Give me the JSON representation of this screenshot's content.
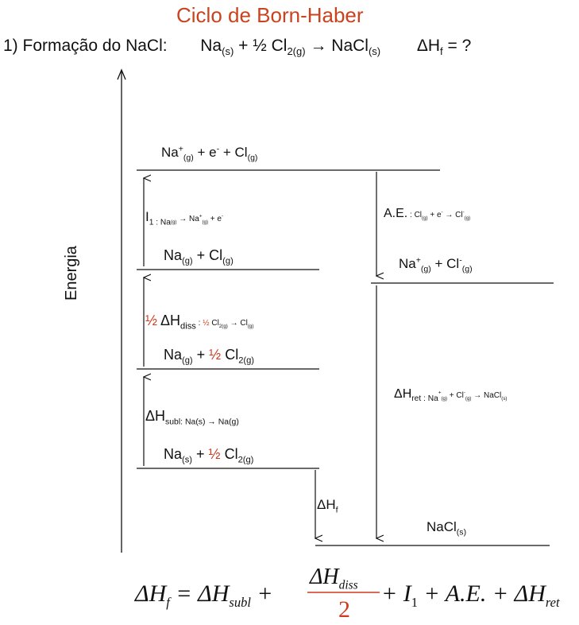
{
  "title": "Ciclo de Born-Haber",
  "reaction": {
    "label": "1) Formação do NaCl:",
    "na": "Na",
    "na_state": "(s)",
    "plus1": "+ ½ Cl",
    "cl2_state": "2(g)",
    "arrow": "→",
    "nacl": "NaCl",
    "nacl_state": "(s)",
    "dh": "ΔH",
    "dh_sub": "f",
    "eq": "= ?"
  },
  "axis_label": "Energia",
  "levels": {
    "top": {
      "p1": "Na",
      "p1_sup": "+",
      "p1_sub": "(g)",
      "p2": " + e",
      "p2_sup": "-",
      "p3": " + Cl",
      "p3_sub": "(g)"
    },
    "na_cl_g": {
      "p1": "Na",
      "p1_sub": "(g)",
      "p2": " + Cl",
      "p2_sub": "(g)"
    },
    "na_g_half": {
      "p1": "Na",
      "p1_sub": "(g)",
      "p2": " + ",
      "half": "½",
      "p3": " Cl",
      "p3_sub": "2(g)"
    },
    "na_s_half": {
      "p1": "Na",
      "p1_sub": "(s)",
      "p2": " + ",
      "half": "½",
      "p3": " Cl",
      "p3_sub": "2(g)"
    },
    "na_ion_cl_ion": {
      "p1": "Na",
      "p1_sup": "+",
      "p1_sub": "(g)",
      "p2": " + Cl",
      "p2_sup": "-",
      "p2_sub": "(g)"
    },
    "nacl_s": {
      "p1": "NaCl",
      "p1_sub": "(s)"
    }
  },
  "steps": {
    "ionization": {
      "sym": "I",
      "sym_sub": "1 : Na",
      "s1": "(g)",
      "a": " → Na",
      "a_sup": "+",
      "a_sub": "(g)",
      "b": " + e",
      "b_sup": "-"
    },
    "dissociation": {
      "half": "½",
      "dh": " ΔH",
      "dh_sub": "diss",
      "colon": " : ",
      "half2": "½",
      "cl": " Cl",
      "cl_sub": "2(g)",
      "arr": " → Cl",
      "arr_sub": "(g)"
    },
    "sublimation": {
      "dh": "ΔH",
      "dh_sub": "subl: Na(s) → Na(g)"
    },
    "electron_affinity": {
      "label": "A.E.",
      "eq": " : Cl",
      "eq_sub": "(g)",
      "eq2": " + e",
      "eq2_sup": "-",
      "eq3": " → Cl",
      "eq3_sup": "-",
      "eq3_sub": "(g)"
    },
    "lattice": {
      "dh": "ΔH",
      "dh_sub": "ret : Na",
      "s_sup": "+",
      "s_sub": "(g)",
      "s2": " + Cl",
      "s2_sup": "-",
      "s2_sub": "(g)",
      "s3": " → NaCl",
      "s3_sub": "(s)"
    },
    "formation": {
      "dh": "ΔH",
      "dh_sub": "f"
    }
  },
  "formula": {
    "lhs": "ΔH",
    "lhs_sub": "f",
    "eq": " = ΔH",
    "subl": "subl",
    "plus": " + ",
    "num": "ΔH",
    "num_sub": "diss",
    "den": "2",
    "rest": " + I",
    "i_sub": "1",
    "rest2": " + A.E. + ΔH",
    "ret": "ret"
  },
  "colors": {
    "title": "#c8431e",
    "half": "#d03a1e",
    "line": "#111111"
  }
}
